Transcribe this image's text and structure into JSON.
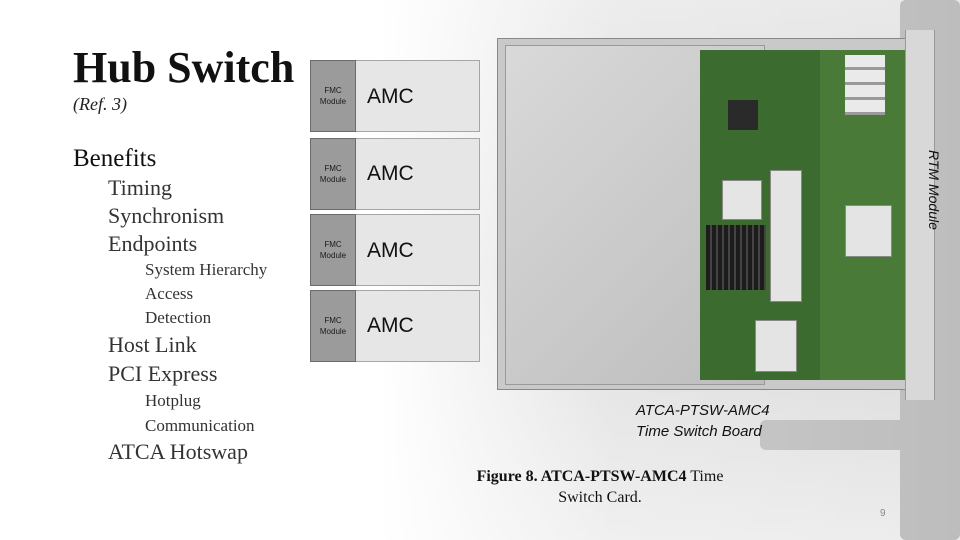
{
  "title": "Hub Switch",
  "ref": "(Ref. 3)",
  "benefits": {
    "heading": "Benefits",
    "timing": "Timing",
    "synchronism": "Synchronism",
    "endpoints": "Endpoints",
    "system_hierarchy": "System Hierarchy",
    "access": "Access",
    "detection": "Detection",
    "host_link": "Host Link",
    "pci_express": "PCI Express",
    "hotplug": "Hotplug",
    "communication": "Communication",
    "atca_hotswap": "ATCA Hotswap"
  },
  "modules": [
    {
      "fmc_label_1": "FMC",
      "fmc_label_2": "Module",
      "amc_label": "AMC"
    },
    {
      "fmc_label_1": "FMC",
      "fmc_label_2": "Module",
      "amc_label": "AMC"
    },
    {
      "fmc_label_1": "FMC",
      "fmc_label_2": "Module",
      "amc_label": "AMC"
    },
    {
      "fmc_label_1": "FMC",
      "fmc_label_2": "Module",
      "amc_label": "AMC"
    }
  ],
  "rtm_label": "RTM Module",
  "board_caption": {
    "line1": "ATCA-PTSW-AMC4",
    "line2": "Time Switch Board"
  },
  "figure_caption": {
    "line1_bold": "Figure 8. ATCA-PTSW-AMC4",
    "line1_rest": " Time",
    "line2": "Switch Card."
  },
  "page_number": "9"
}
